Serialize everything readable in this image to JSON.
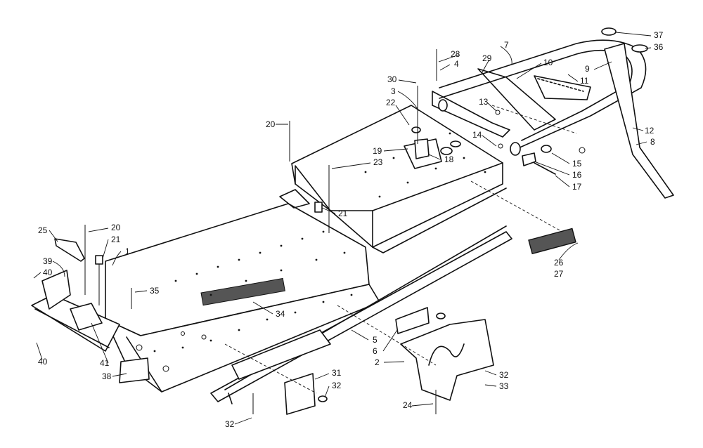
{
  "diagram": {
    "callouts": {
      "c1": "1",
      "c2": "2",
      "c3": "3",
      "c4": "4",
      "c5": "5",
      "c6": "6",
      "c7": "7",
      "c8": "8",
      "c9": "9",
      "c10": "10",
      "c11": "11",
      "c12": "12",
      "c13": "13",
      "c14": "14",
      "c15": "15",
      "c16": "16",
      "c17": "17",
      "c18": "18",
      "c19": "19",
      "c20a": "20",
      "c20b": "20",
      "c21a": "21",
      "c21b": "21",
      "c22": "22",
      "c23": "23",
      "c24": "24",
      "c25": "25",
      "c26": "26",
      "c27": "27",
      "c28": "28",
      "c29": "29",
      "c30": "30",
      "c31": "31",
      "c32a": "32",
      "c32b": "32",
      "c32c": "32",
      "c33": "33",
      "c34": "34",
      "c35": "35",
      "c36": "36",
      "c37": "37",
      "c38": "38",
      "c39": "39",
      "c40a": "40",
      "c40b": "40",
      "c41": "41"
    }
  }
}
